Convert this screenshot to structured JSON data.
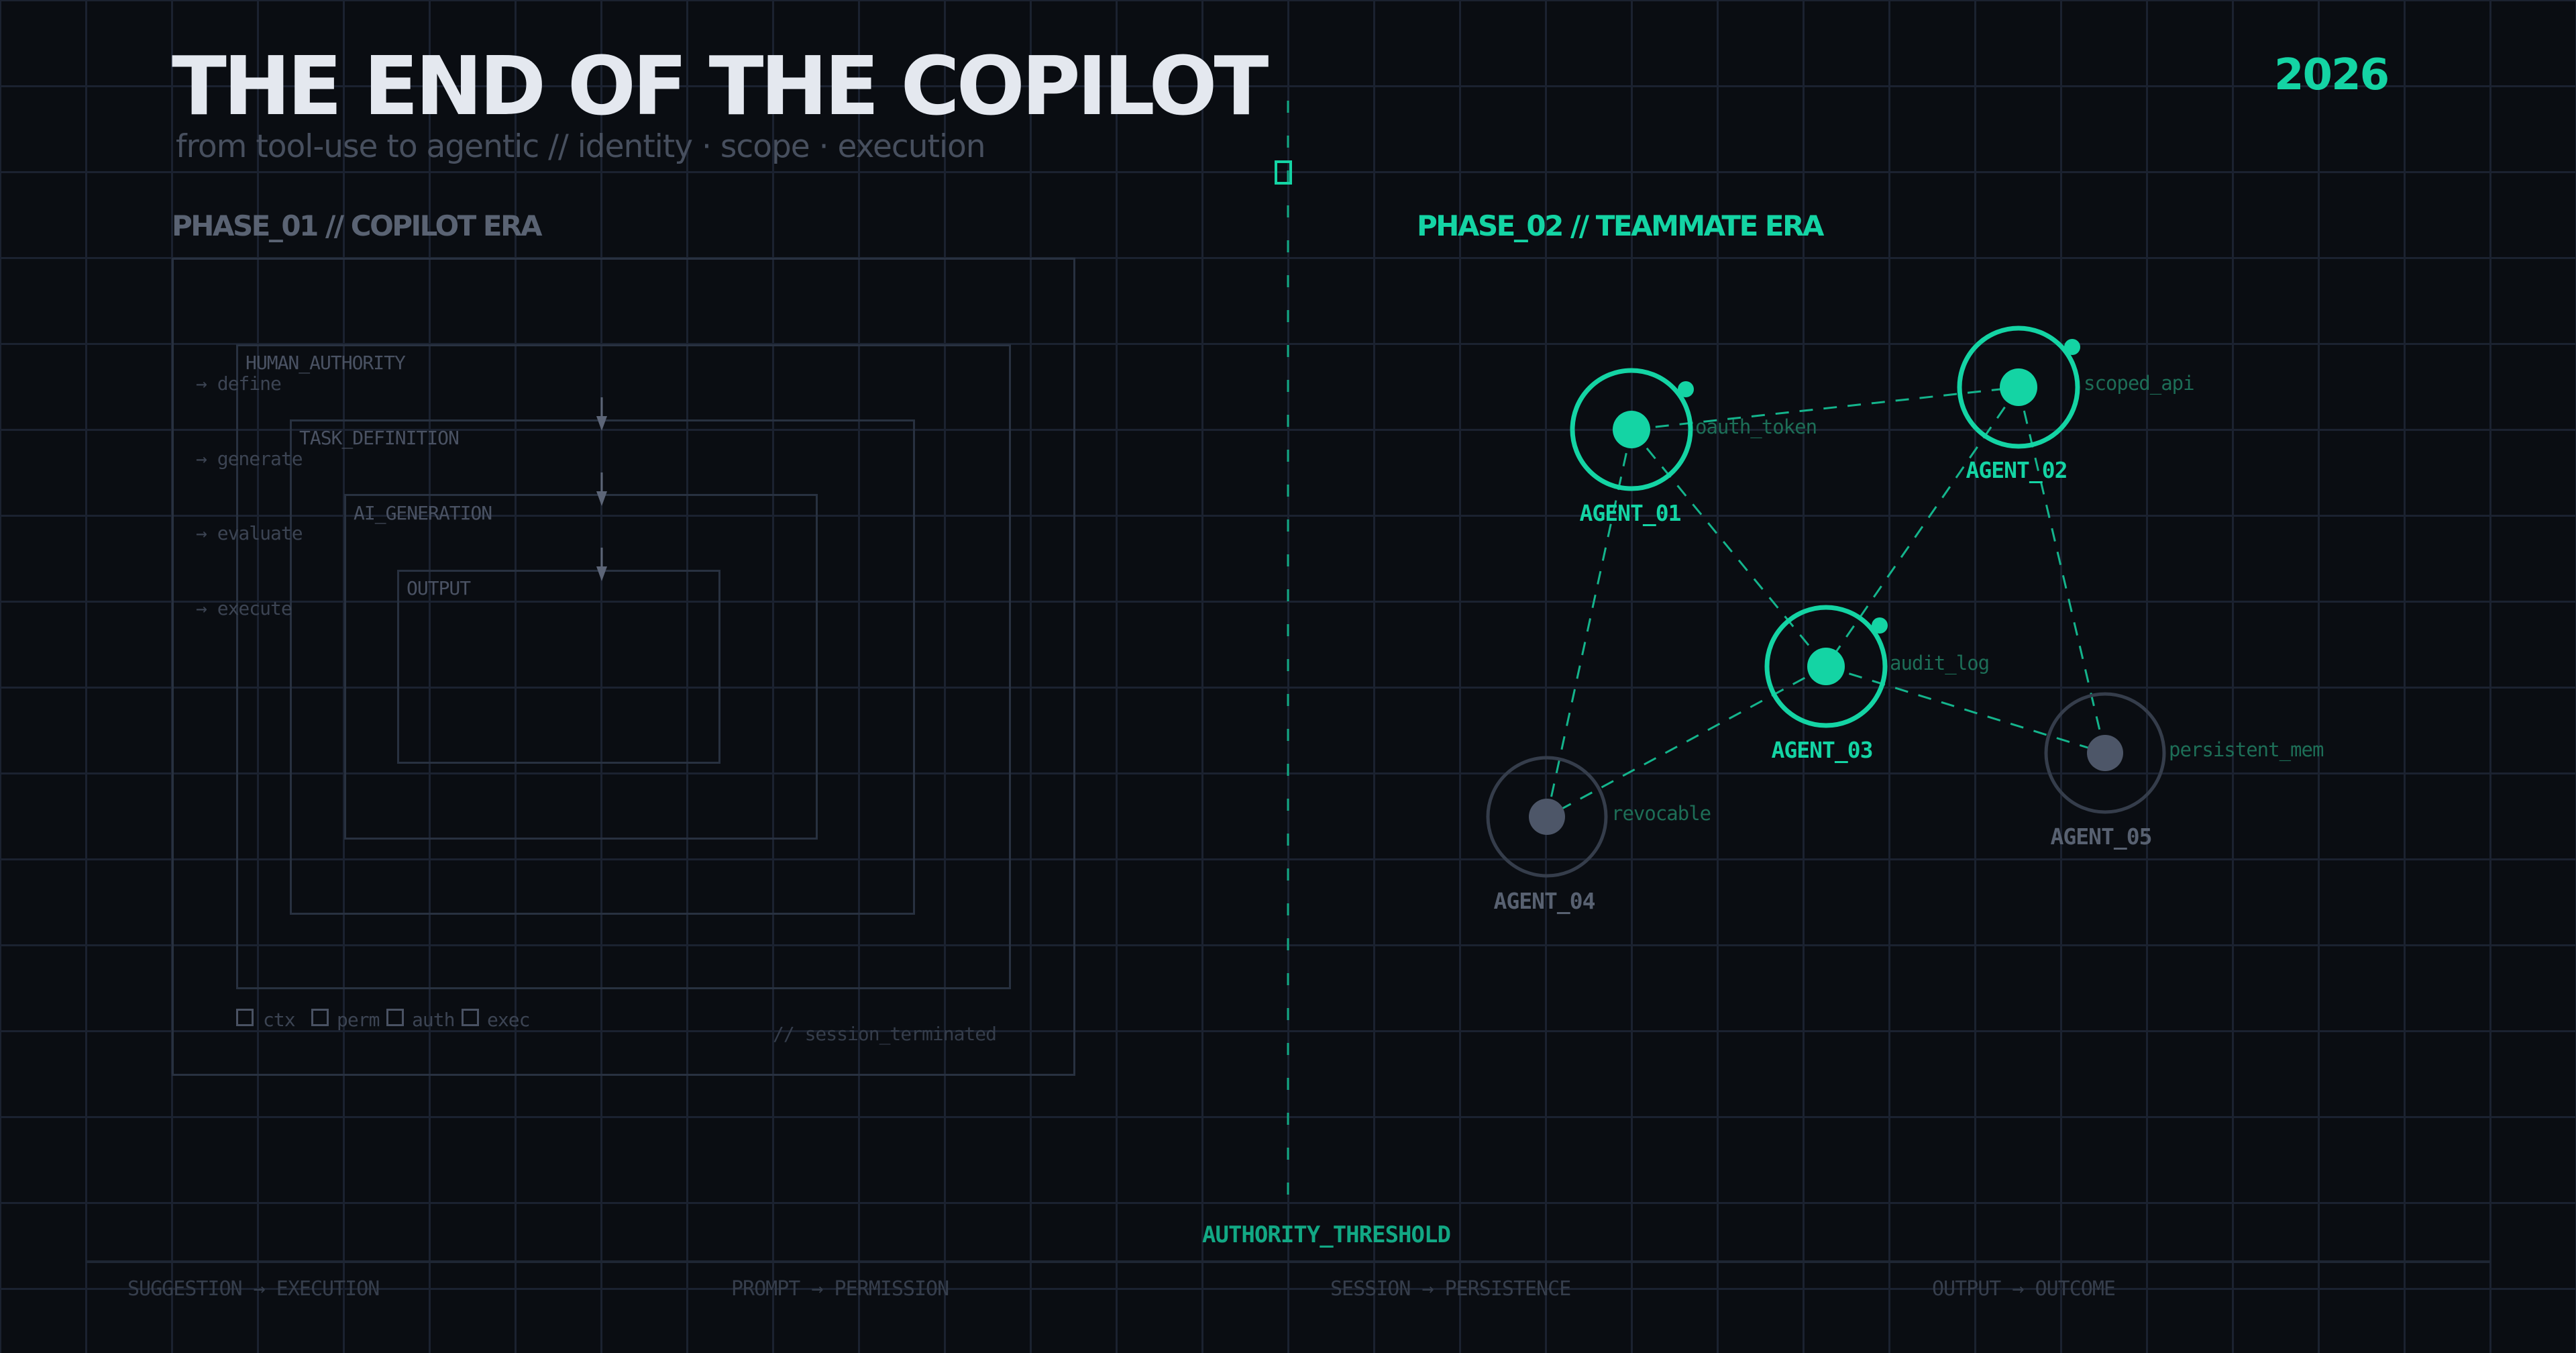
{
  "header": {
    "title": "THE END OF THE COPILOT",
    "subtitle": "from tool-use to agentic // identity · scope · execution",
    "year": "2026"
  },
  "colors": {
    "background": "#0a0d12",
    "grid": "#1b2230",
    "accent": "#14d4a4",
    "muted": "#5a6373",
    "inactive_node": "#586171"
  },
  "phase_01": {
    "label": "PHASE_01 // COPILOT ERA",
    "layers": [
      {
        "label": "HUMAN_AUTHORITY"
      },
      {
        "label": "TASK_DEFINITION"
      },
      {
        "label": "AI_GENERATION"
      },
      {
        "label": "OUTPUT"
      }
    ],
    "steps": [
      {
        "label": "→ define"
      },
      {
        "label": "→ generate"
      },
      {
        "label": "→ evaluate"
      },
      {
        "label": "→ execute"
      }
    ],
    "legend": [
      {
        "label": "ctx"
      },
      {
        "label": "perm"
      },
      {
        "label": "auth"
      },
      {
        "label": "exec"
      }
    ],
    "status": "// session_terminated"
  },
  "divider": {
    "label": "AUTHORITY_THRESHOLD"
  },
  "phase_02": {
    "label": "PHASE_02 // TEAMMATE ERA",
    "agents": [
      {
        "id": "AGENT_01",
        "attribute": "oauth_token",
        "active": true
      },
      {
        "id": "AGENT_02",
        "attribute": "scoped_api",
        "active": true
      },
      {
        "id": "AGENT_03",
        "attribute": "audit_log",
        "active": true
      },
      {
        "id": "AGENT_04",
        "attribute": "revocable",
        "active": false
      },
      {
        "id": "AGENT_05",
        "attribute": "persistent_mem",
        "active": false
      }
    ],
    "connections": [
      [
        "AGENT_01",
        "AGENT_02"
      ],
      [
        "AGENT_01",
        "AGENT_03"
      ],
      [
        "AGENT_01",
        "AGENT_04"
      ],
      [
        "AGENT_02",
        "AGENT_03"
      ],
      [
        "AGENT_02",
        "AGENT_05"
      ],
      [
        "AGENT_03",
        "AGENT_04"
      ],
      [
        "AGENT_03",
        "AGENT_05"
      ]
    ]
  },
  "footer": {
    "shifts": [
      {
        "label": "SUGGESTION → EXECUTION"
      },
      {
        "label": "PROMPT → PERMISSION"
      },
      {
        "label": "SESSION → PERSISTENCE"
      },
      {
        "label": "OUTPUT → OUTCOME"
      }
    ]
  }
}
